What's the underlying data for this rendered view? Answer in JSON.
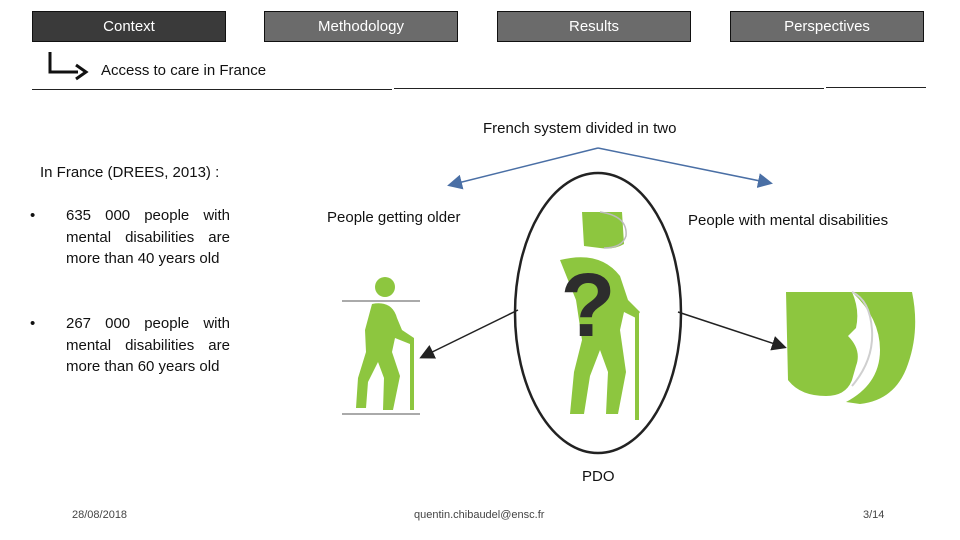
{
  "nav": {
    "tabs": [
      {
        "label": "Context",
        "active": true
      },
      {
        "label": "Methodology",
        "active": false
      },
      {
        "label": "Results",
        "active": false
      },
      {
        "label": "Perspectives",
        "active": false
      }
    ]
  },
  "section": {
    "subtitle": "Access to care in France",
    "arrow_icon": "return-arrow-icon"
  },
  "left": {
    "intro": "In France (DREES, 2013)  :",
    "bullets": [
      {
        "mark": "•",
        "text": "635 000 people with mental disabilities are more than 40 years old"
      },
      {
        "mark": "•",
        "text": "267 000 people with mental disabilities are more than 60 years old"
      }
    ]
  },
  "diagram": {
    "heading": "French system divided in two",
    "left_label": "People getting older",
    "right_label": "People with mental disabilities",
    "center_label": "PDO",
    "question_mark": "?",
    "icons": [
      "elderly-person-icon",
      "mask-face-icon",
      "combined-person-icon"
    ],
    "figure_color": "#8dc63f",
    "arrow_color": "#4a6fa5"
  },
  "footer": {
    "date": "28/08/2018",
    "email": "quentin.chibaudel@ensc.fr",
    "page": "3/14"
  }
}
